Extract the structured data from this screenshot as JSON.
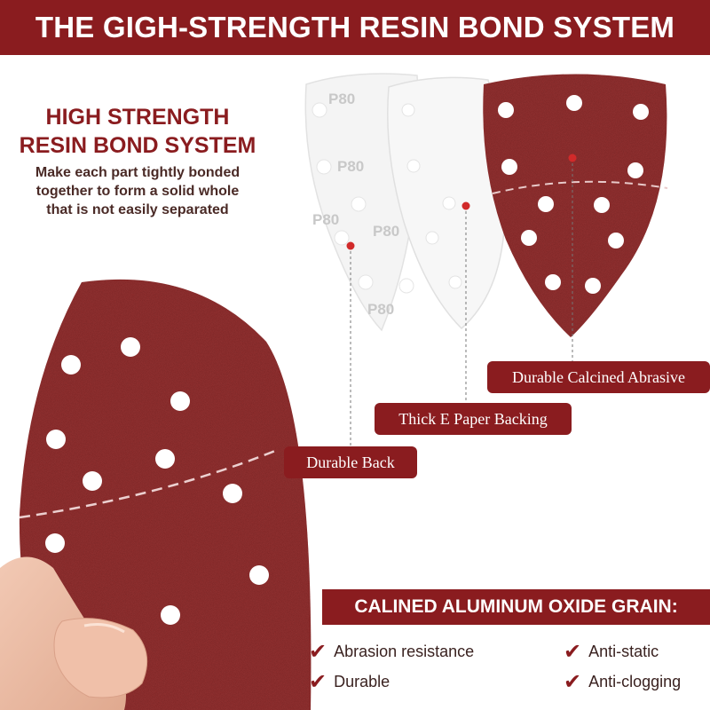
{
  "banner": {
    "title": "THE GIGH-STRENGTH RESIN BOND SYSTEM"
  },
  "intro": {
    "headline_line1": "HIGH STRENGTH",
    "headline_line2": "RESIN BOND SYSTEM",
    "desc_line1": "Make each part tightly bonded",
    "desc_line2": "together to form a solid whole",
    "desc_line3": "that is not easily separated"
  },
  "layers": {
    "paper_grit_label": "P80",
    "callout_back": "Durable Back",
    "callout_paper": "Thick E Paper Backing",
    "callout_abrasive": "Durable Calcined Abrasive"
  },
  "features": {
    "heading": "CALINED ALUMINUM OXIDE GRAIN:",
    "items": [
      "Abrasion resistance",
      "Anti-static",
      "Durable",
      "Anti-clogging"
    ]
  },
  "colors": {
    "brand": "#8a1c1f",
    "abrasive": "#9a3535",
    "paper": "#f4f4f4"
  }
}
